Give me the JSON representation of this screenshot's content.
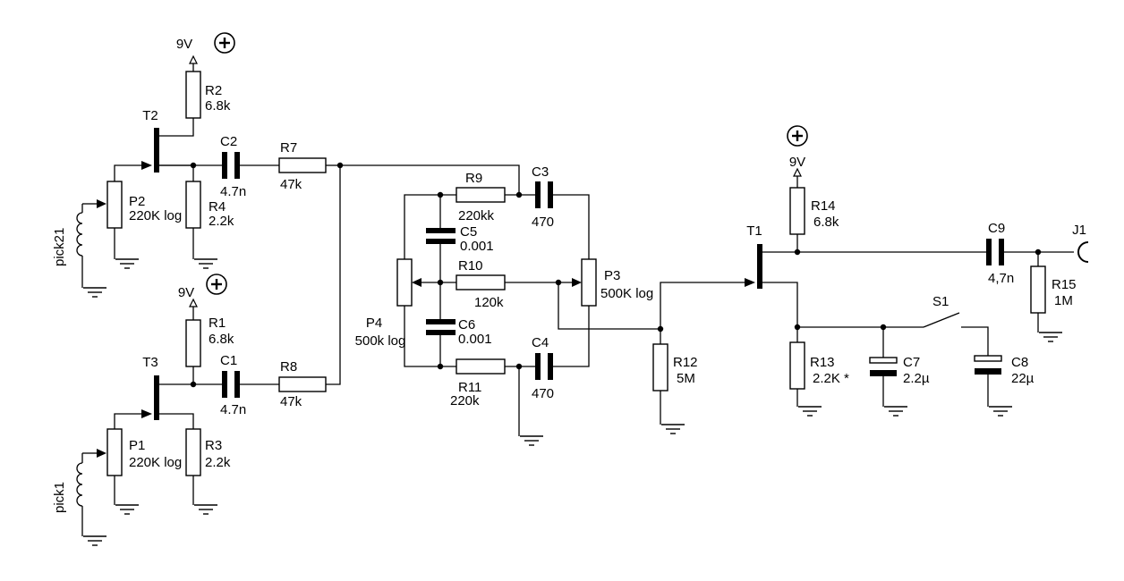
{
  "supply": {
    "voltage": "9V"
  },
  "components": {
    "R1": {
      "ref": "R1",
      "value": "6.8k"
    },
    "R2": {
      "ref": "R2",
      "value": "6.8k"
    },
    "R3": {
      "ref": "R3",
      "value": "2.2k"
    },
    "R4": {
      "ref": "R4",
      "value": "2.2k"
    },
    "R7": {
      "ref": "R7",
      "value": "47k"
    },
    "R8": {
      "ref": "R8",
      "value": "47k"
    },
    "R9": {
      "ref": "R9",
      "value": "220kk"
    },
    "R10": {
      "ref": "R10",
      "value": "120k"
    },
    "R11": {
      "ref": "R11",
      "value": "220k"
    },
    "R12": {
      "ref": "R12",
      "value": "5M"
    },
    "R13": {
      "ref": "R13",
      "value": "2.2K *"
    },
    "R14": {
      "ref": "R14",
      "value": "6.8k"
    },
    "R15": {
      "ref": "R15",
      "value": "1M"
    },
    "C1": {
      "ref": "C1",
      "value": "4.7n"
    },
    "C2": {
      "ref": "C2",
      "value": "4.7n"
    },
    "C3": {
      "ref": "C3",
      "value": "470"
    },
    "C4": {
      "ref": "C4",
      "value": "470"
    },
    "C5": {
      "ref": "C5",
      "value": "0.001"
    },
    "C6": {
      "ref": "C6",
      "value": "0.001"
    },
    "C7": {
      "ref": "C7",
      "value": "2.2µ"
    },
    "C8": {
      "ref": "C8",
      "value": "22µ"
    },
    "C9": {
      "ref": "C9",
      "value": "4,7n"
    },
    "P1": {
      "ref": "P1",
      "value": "220K log"
    },
    "P2": {
      "ref": "P2",
      "value": "220K log"
    },
    "P3": {
      "ref": "P3",
      "value": "500K log"
    },
    "P4": {
      "ref": "P4",
      "value": "500k log"
    },
    "T1": {
      "ref": "T1"
    },
    "T2": {
      "ref": "T2"
    },
    "T3": {
      "ref": "T3"
    },
    "S1": {
      "ref": "S1"
    },
    "J1": {
      "ref": "J1"
    },
    "pick1": {
      "ref": "pick1"
    },
    "pick21": {
      "ref": "pick21"
    }
  },
  "icons": [
    "plus-circle-icon",
    "ground-icon",
    "supply-arrow-icon"
  ]
}
